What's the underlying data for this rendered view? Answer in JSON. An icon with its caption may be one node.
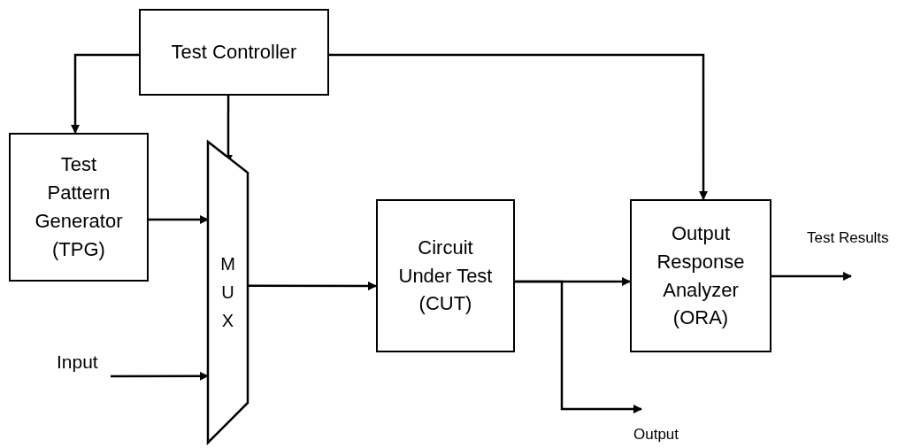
{
  "diagram": {
    "nodes": [
      {
        "text": [
          "Test Controller"
        ]
      },
      {
        "text": [
          "Test Pattern Generator (TPG)"
        ]
      },
      {
        "text": [
          "MUX"
        ]
      },
      {
        "text": [
          "Circuit Under Test (CUT)"
        ]
      },
      {
        "text": [
          "Output Response Analyzer (ORA)"
        ]
      }
    ],
    "edges": [
      {
        "from": 0,
        "to": 1,
        "arrow": "to"
      },
      {
        "from": 0,
        "to": 2,
        "arrow": "to"
      },
      {
        "from": 0,
        "to": 4,
        "arrow": "to"
      },
      {
        "from": 1,
        "to": 2,
        "arrow": "to"
      },
      {
        "from": null,
        "to": 2,
        "arrow": "to",
        "label": "Input"
      },
      {
        "from": 2,
        "to": 3,
        "arrow": "to"
      },
      {
        "from": 3,
        "to": 4,
        "arrow": "to"
      },
      {
        "from": 3,
        "to": null,
        "arrow": "to",
        "label": "Output"
      },
      {
        "from": 4,
        "to": null,
        "arrow": "to",
        "label": "Test Results"
      }
    ]
  }
}
